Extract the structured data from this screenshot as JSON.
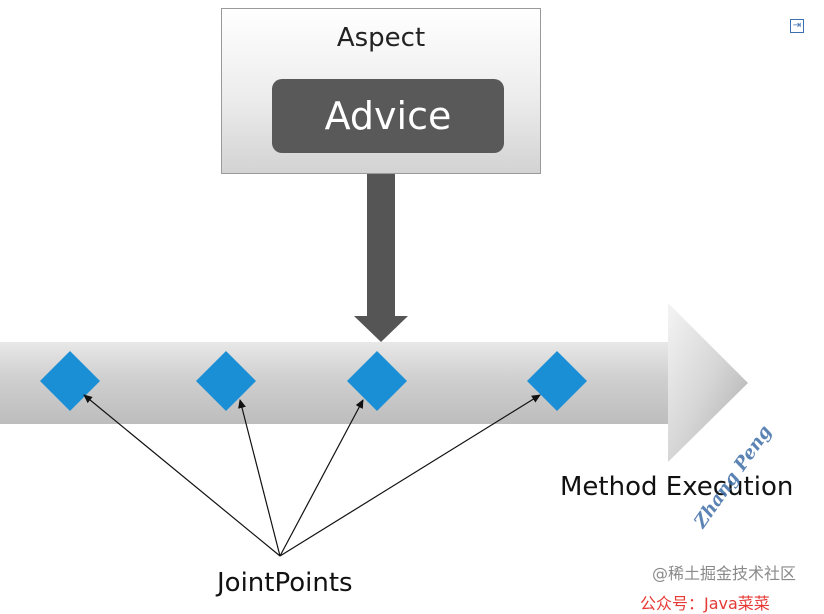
{
  "diagram": {
    "aspect_label": "Aspect",
    "advice_label": "Advice",
    "method_label": "Method Execution",
    "joint_label": "JointPoints",
    "joint_count": 4
  },
  "watermark": {
    "site": "@稀土掘金技术社区",
    "red_text": "公众号：Java菜菜",
    "signature": "Zhang Peng"
  },
  "colors": {
    "diamond": "#1a8fd6",
    "advice": "#595959",
    "arrow": "#555555",
    "band": "#c8c8c8"
  },
  "icons": {
    "top_right": "expand-icon"
  }
}
